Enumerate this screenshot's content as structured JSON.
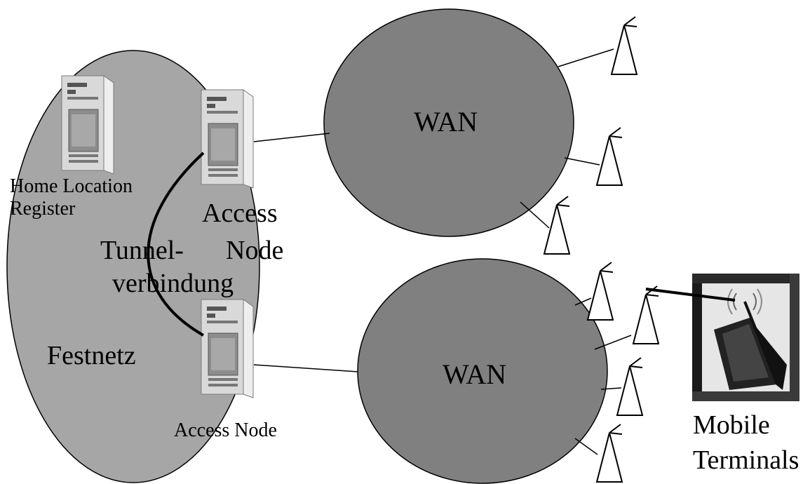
{
  "labels": {
    "home_location_register": [
      "Home Location",
      "Register"
    ],
    "access_node_top": [
      "Access",
      "Node"
    ],
    "tunnel": [
      "Tunnel-",
      "verbindung"
    ],
    "festnetz": "Festnetz",
    "access_node_bottom": "Access Node",
    "wan_top": "WAN",
    "wan_bottom": "WAN",
    "mobile_terminals": [
      "Mobile",
      "Terminals"
    ]
  },
  "icons": {
    "server": "server-tower-icon",
    "antenna": "antenna-icon",
    "laptop": "laptop-with-antenna-icon"
  },
  "colors": {
    "festnetz_fill": "#a6a6a6",
    "wan_fill": "#808080",
    "line": "#000000"
  }
}
